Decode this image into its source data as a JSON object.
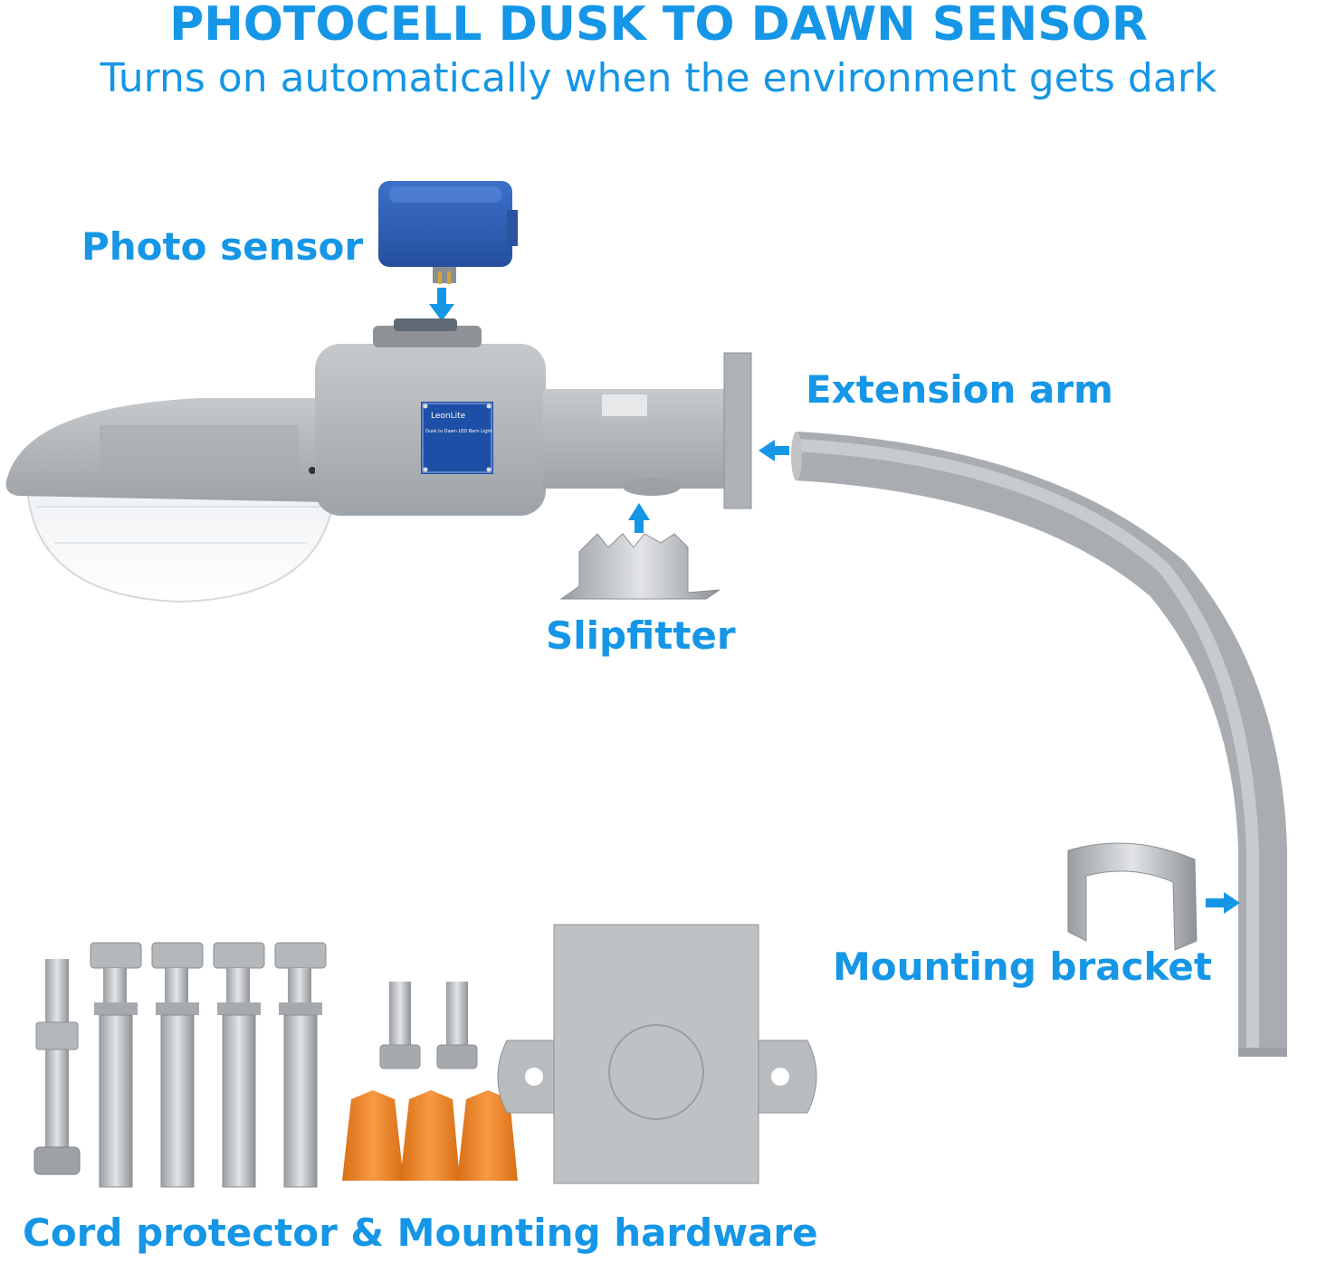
{
  "header": {
    "title": "PHOTOCELL DUSK TO DAWN SENSOR",
    "subtitle": "Turns on automatically when the environment gets dark"
  },
  "labels": {
    "photo_sensor": "Photo sensor",
    "extension_arm": "Extension arm",
    "slipfitter": "Slipfitter",
    "mounting_bracket": "Mounting bracket",
    "hardware": "Cord protector & Mounting hardware"
  },
  "product": {
    "brand": "LeonLite",
    "spec_line": "Dusk to Dawn LED Barn Light"
  },
  "colors": {
    "accent": "#1596e6",
    "sensor_blue": "#2f5fb8",
    "housing_gray": "#b3b7ba",
    "metal": "#c9cbcd",
    "wire_nut_orange": "#f08a2c",
    "white": "#ffffff"
  },
  "icons": {
    "arrow": "arrow-icon"
  }
}
